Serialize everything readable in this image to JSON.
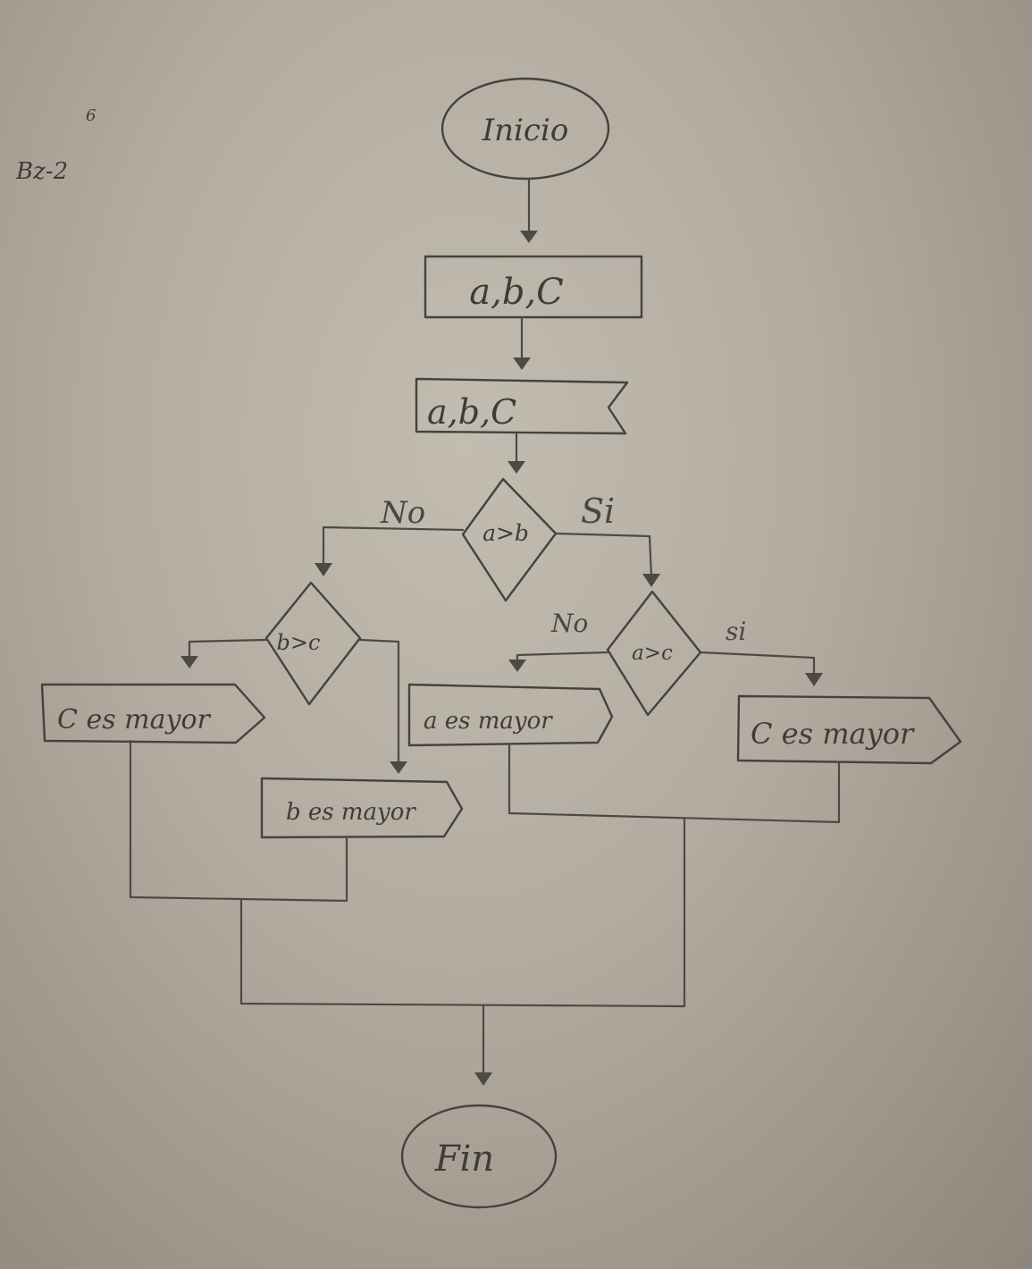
{
  "margin_note": {
    "label": "Bz-2",
    "sup": "6"
  },
  "nodes": {
    "start": "Inicio",
    "process": "a,b,C",
    "input": "a,b,C",
    "decision_ab": "a>b",
    "decision_bc": "b>c",
    "decision_ac": "a>c",
    "out_c_left": "C es mayor",
    "out_b": "b es mayor",
    "out_a": "a es mayor",
    "out_c_right": "C es mayor",
    "end": "Fin"
  },
  "edge_labels": {
    "ab_no": "No",
    "ab_yes": "Si",
    "ac_no": "No",
    "ac_yes": "si"
  }
}
